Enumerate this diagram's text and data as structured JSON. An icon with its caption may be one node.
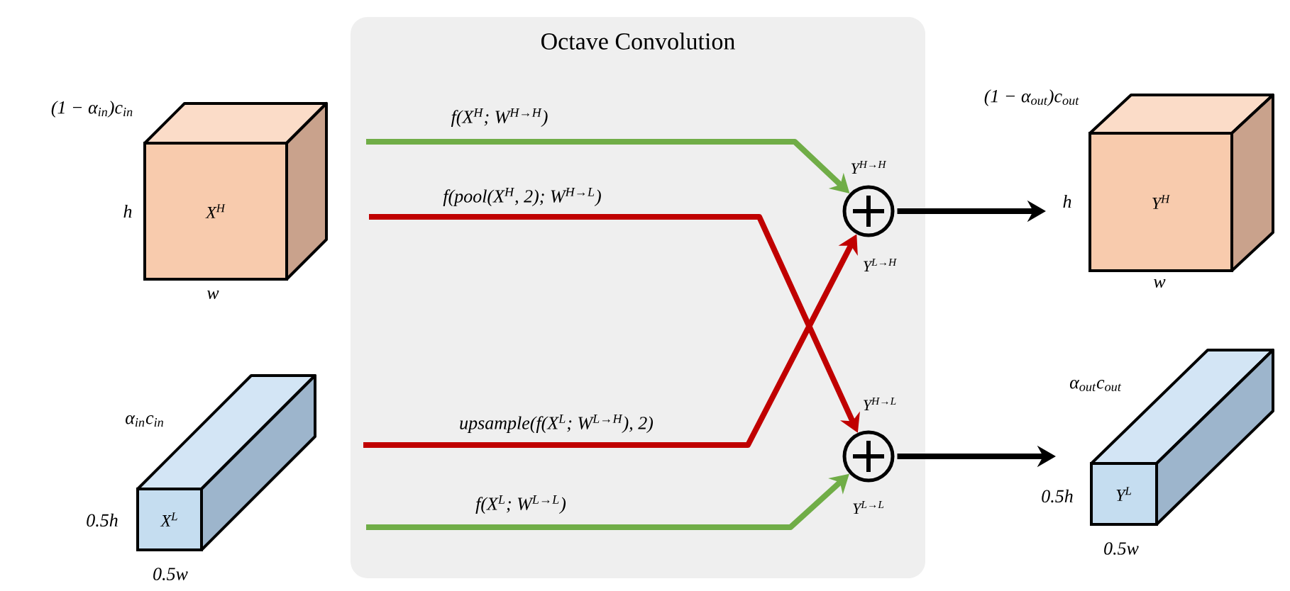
{
  "diagram": {
    "nodes": [
      {
        "text": [
          "Octave Convolution"
        ]
      },
      {
        "text": [
          "X$^{H}$"
        ],
        "beside": [
          "(1 − α$_{in}$)c$_{in}$",
          "h",
          "w"
        ]
      },
      {
        "text": [
          "X$^{L}$"
        ],
        "beside": [
          "α$_{in}$c$_{in}$",
          "0.5h",
          "0.5w"
        ]
      },
      {
        "text": [],
        "shape": "circle",
        "in": 0,
        "beside": [
          "Y$^{H→H}$",
          "Y$^{L→H}$"
        ]
      },
      {
        "text": [],
        "shape": "circle",
        "in": 0,
        "beside": [
          "Y$^{H→L}$",
          "Y$^{L→L}$"
        ]
      },
      {
        "text": [
          "Y$^{H}$"
        ],
        "beside": [
          "(1 − α$_{out}$)c$_{out}$",
          "h",
          "w"
        ]
      },
      {
        "text": [
          "Y$^{L}$"
        ],
        "beside": [
          "α$_{out}$c$_{out}$",
          "0.5h",
          "0.5w"
        ]
      }
    ],
    "edges": [
      {
        "from": null,
        "to": 3,
        "arrow": "to",
        "color": "#70ad47",
        "label": "f(X$^{H}$; W$^{H→H}$)"
      },
      {
        "from": null,
        "to": 4,
        "arrow": "to",
        "color": "#c00000",
        "label": "f(pool(X$^{H}$, 2); W$^{H→L}$)"
      },
      {
        "from": null,
        "to": 3,
        "arrow": "to",
        "color": "#c00000",
        "label": "upsample(f(X$^{L}$; W$^{L→H}$), 2)"
      },
      {
        "from": null,
        "to": 4,
        "arrow": "to",
        "color": "#70ad47",
        "label": "f(X$^{L}$; W$^{L→L}$)"
      },
      {
        "from": 3,
        "to": 5,
        "arrow": "to",
        "color": "#000000"
      },
      {
        "from": 4,
        "to": 6,
        "arrow": "to",
        "color": "#000000"
      }
    ]
  }
}
